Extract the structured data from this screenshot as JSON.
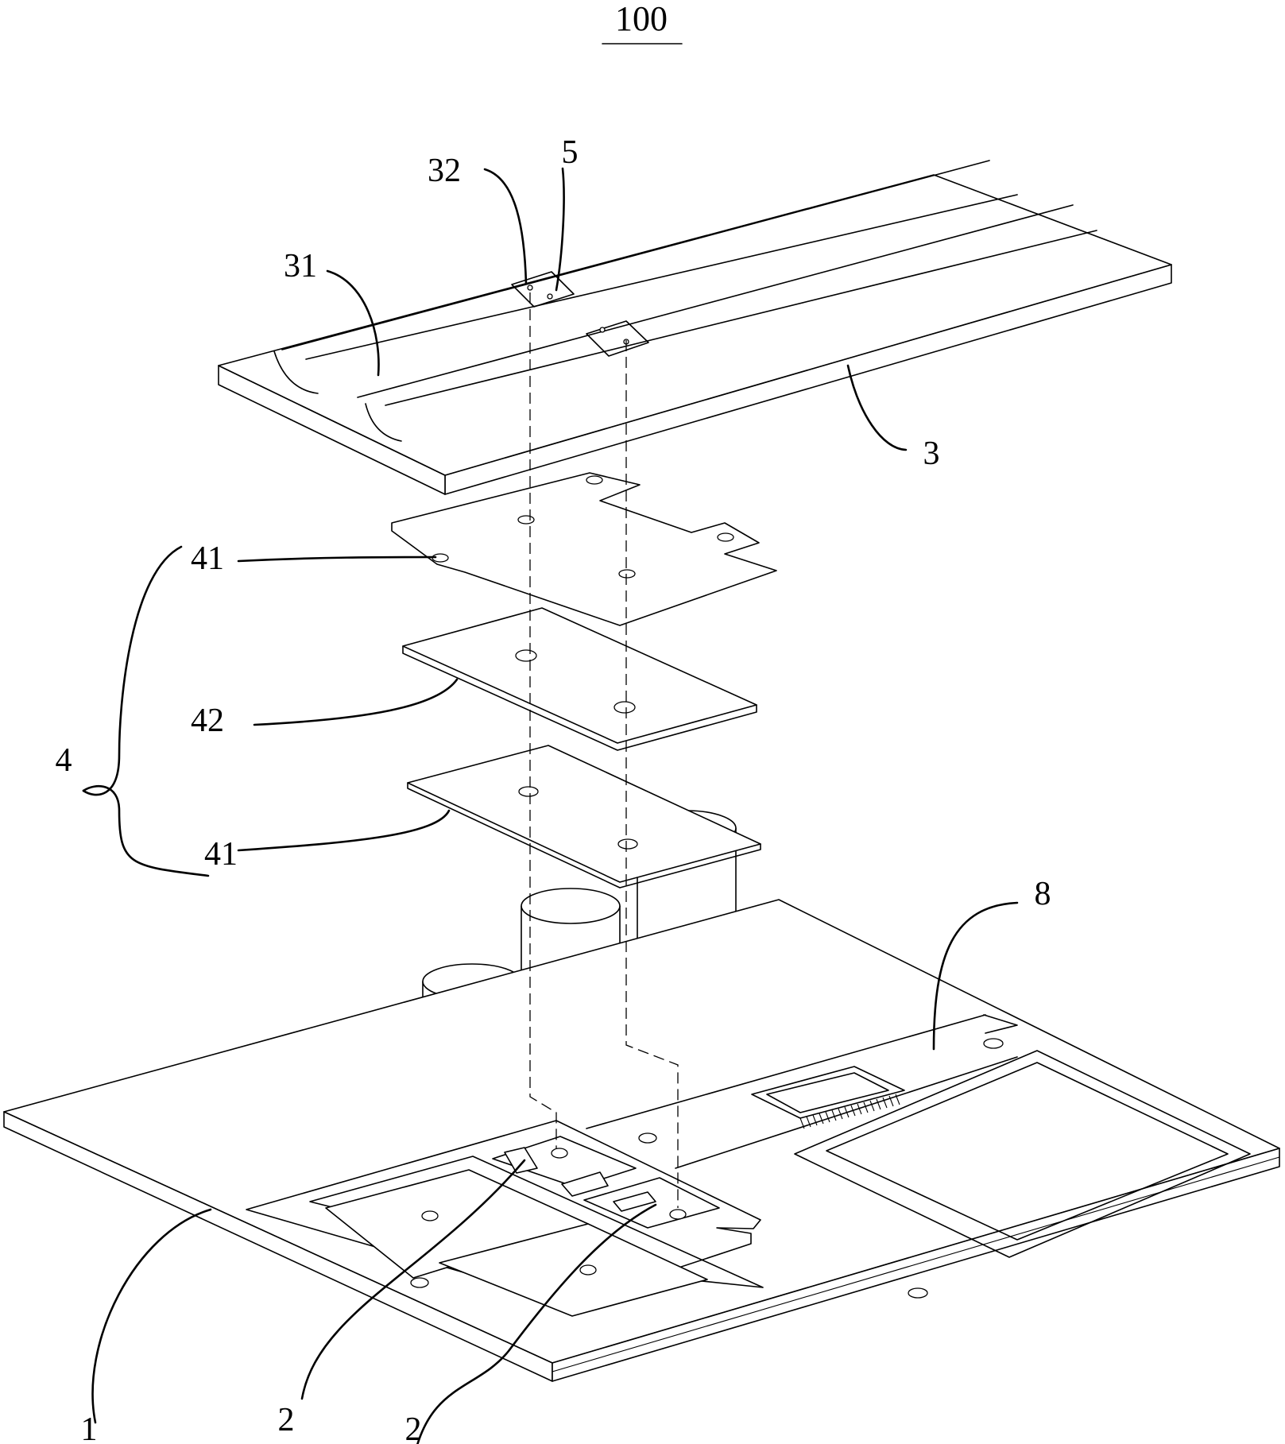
{
  "figure": {
    "title": "100",
    "labels": {
      "base": "1",
      "chip_left": "2",
      "chip_right": "2",
      "heatsink": "3",
      "heatsink_groove": "31",
      "heatsink_pad": "32",
      "stack": "4",
      "plate_top": "41",
      "plate_middle": "42",
      "plate_bottom": "41",
      "screw": "5",
      "pcb_region": "8"
    }
  }
}
